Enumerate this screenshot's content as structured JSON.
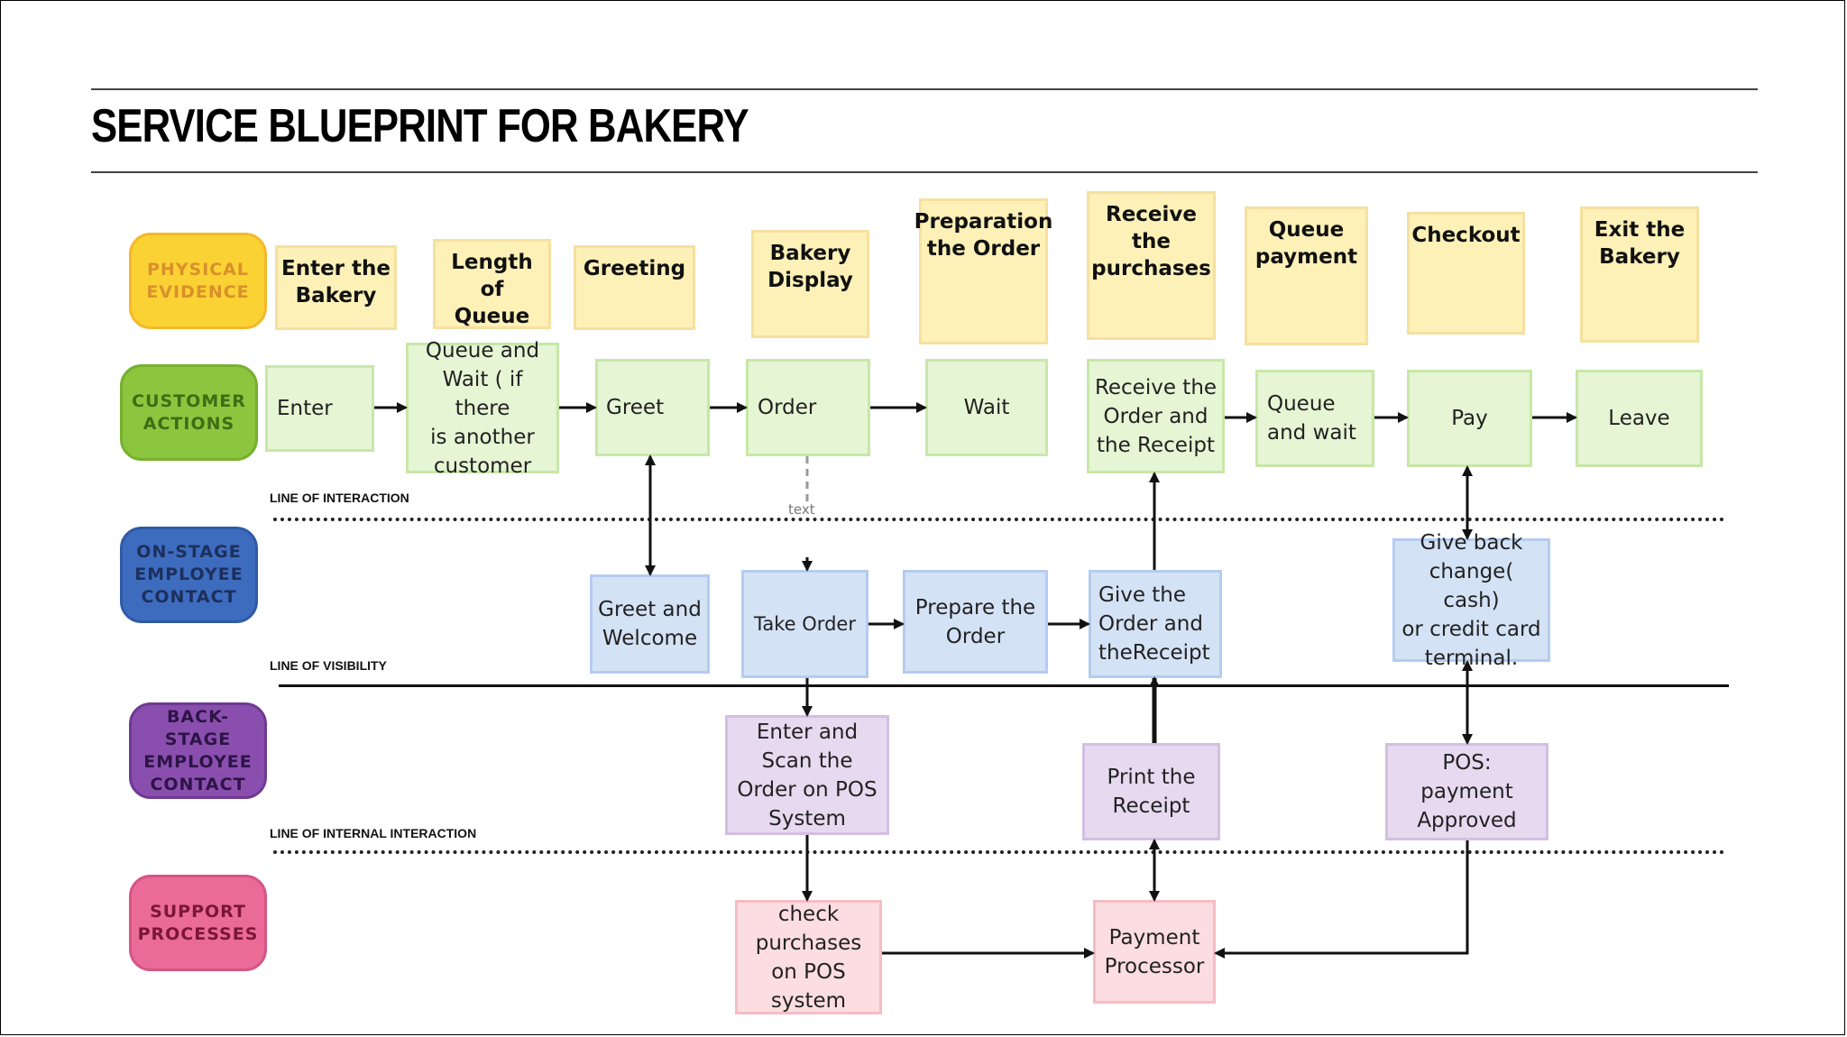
{
  "title": "SERVICE BLUEPRINT FOR BAKERY",
  "lanes": [
    {
      "key": "physical",
      "label": "PHYSICAL\nEVIDENCE"
    },
    {
      "key": "customer",
      "label": "CUSTOMER\nACTIONS"
    },
    {
      "key": "onstage",
      "label": "ON-STAGE\nEMPLOYEE\nCONTACT"
    },
    {
      "key": "backstage",
      "label": "BACK-STAGE\nEMPLOYEE\nCONTACT"
    },
    {
      "key": "support",
      "label": "SUPPORT\nPROCESSES"
    }
  ],
  "lines": {
    "interaction": "LINE OF INTERACTION",
    "visibility": "LINE OF VISIBILITY",
    "internal": "LINE OF INTERNAL INTERACTION"
  },
  "physical_evidence": [
    "Enter the\nBakery",
    "Length of\nQueue",
    "Greeting",
    "Bakery\nDisplay",
    "Preparation\nthe Order",
    "Receive\nthe\npurchases",
    "Queue\npayment",
    "Checkout",
    "Exit the\nBakery"
  ],
  "customer_actions": [
    "Enter",
    "Queue and\nWait ( if there\nis another\ncustomer",
    "Greet",
    "Order",
    "Wait",
    "Receive the\nOrder  and\nthe Receipt",
    "Queue\nand wait",
    "Pay",
    "Leave"
  ],
  "onstage_actions": [
    "Greet and\nWelcome",
    "Take Order",
    "Prepare the\nOrder",
    "Give the\nOrder  and\ntheReceipt",
    "Give back\nchange( cash)\nor  credit card\nterminal."
  ],
  "backstage_actions": [
    "Enter  and\nScan the\nOrder on POS\nSystem",
    "Print  the\nReceipt",
    "POS:\npayment\nApproved"
  ],
  "support_processes": [
    "check\npurchases\non POS\nsystem",
    "Payment\nProcessor"
  ],
  "stray_label": "text",
  "colors": {
    "physical_lane": "#fbd234",
    "customer_lane": "#8cc63f",
    "onstage_lane": "#3d6cbf",
    "backstage_lane": "#8a4fae",
    "support_lane": "#ea6b96"
  }
}
